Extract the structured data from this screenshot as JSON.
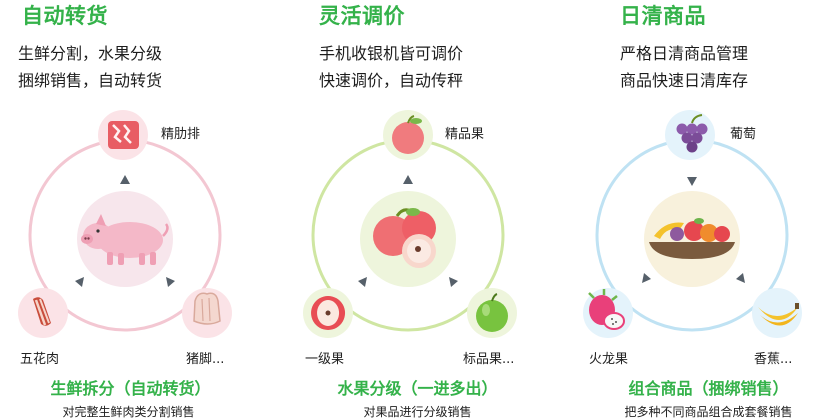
{
  "colors": {
    "accent": "#34b24a",
    "ring_1": "#f3c7d2",
    "ring_2": "#cfe6a2",
    "ring_3": "#bfe2f3",
    "arrow": "#56606a"
  },
  "columns": [
    {
      "title": "自动转货",
      "lines": [
        "生鲜分割，水果分级",
        "捆绑销售，自动转货"
      ],
      "nodes": {
        "top": {
          "label": "精肋排",
          "icon": "ribs-icon"
        },
        "left": {
          "label": "五花肉",
          "icon": "pork-belly-icon"
        },
        "right": {
          "label": "猪脚...",
          "icon": "pig-trotter-icon"
        },
        "center": {
          "icon": "pig-icon"
        }
      },
      "footer_title": "生鲜拆分（自动转货）",
      "footer_sub": "对完整生鲜肉类分割销售"
    },
    {
      "title": "灵活调价",
      "lines": [
        "手机收银机皆可调价",
        "快速调价，自动传秤"
      ],
      "nodes": {
        "top": {
          "label": "精品果",
          "icon": "apple-icon"
        },
        "left": {
          "label": "一级果",
          "icon": "apple-half-icon"
        },
        "right": {
          "label": "标品果...",
          "icon": "green-apple-icon"
        },
        "center": {
          "icon": "apples-icon"
        }
      },
      "footer_title": "水果分级（一进多出）",
      "footer_sub": "对果品进行分级销售"
    },
    {
      "title": "日清商品",
      "lines": [
        "严格日清商品管理",
        "商品快速日清库存"
      ],
      "nodes": {
        "top": {
          "label": "葡萄",
          "icon": "grapes-icon"
        },
        "left": {
          "label": "火龙果",
          "icon": "dragon-fruit-icon"
        },
        "right": {
          "label": "香蕉...",
          "icon": "banana-icon"
        },
        "center": {
          "icon": "fruit-bowl-icon"
        }
      },
      "footer_title": "组合商品（捆绑销售）",
      "footer_sub": "把多种不同商品组合成套餐销售"
    }
  ]
}
